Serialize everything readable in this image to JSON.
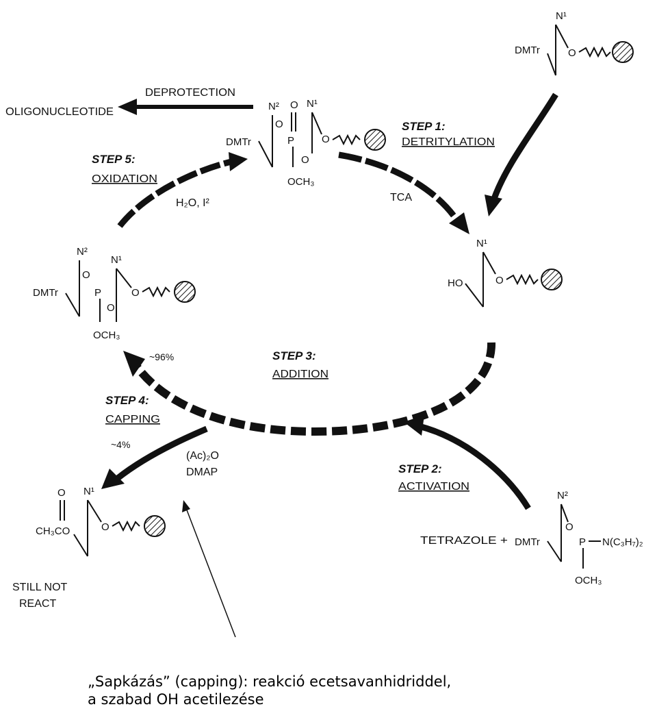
{
  "labels": {
    "oligonucleotide": "OLIGONUCLEOTIDE",
    "deprotection": "DEPROTECTION",
    "step1_title": "STEP 1:",
    "step1_name": "DETRITYLATION",
    "step1_reagent": "TCA",
    "step2_title": "STEP 2:",
    "step2_name": "ACTIVATION",
    "step3_title": "STEP 3:",
    "step3_name": "ADDITION",
    "step3_yield": "~96%",
    "step4_title": "STEP 4:",
    "step4_name": "CAPPING",
    "step4_yield": "~4%",
    "step4_reagent1": "(Ac)₂O",
    "step4_reagent2": "DMAP",
    "step5_title": "STEP 5:",
    "step5_name": "OXIDATION",
    "step5_reagent": "H₂O, I²",
    "still_not_react_1": "STILL NOT",
    "still_not_react_2": "REACT",
    "tetrazole": "TETRAZOLE +"
  },
  "chem": {
    "dmtr": "DMTr",
    "ho": "HO",
    "o": "O",
    "p": "P",
    "n1": "N¹",
    "n2": "N²",
    "och3": "OCH₃",
    "ch3co": "CH₃CO",
    "amine": "N(C₃H₇)₂"
  },
  "caption": {
    "line1": "„Sapkázás” (capping): reakció ecetsavanhidriddel,",
    "line2": "a szabad OH acetilezése"
  }
}
